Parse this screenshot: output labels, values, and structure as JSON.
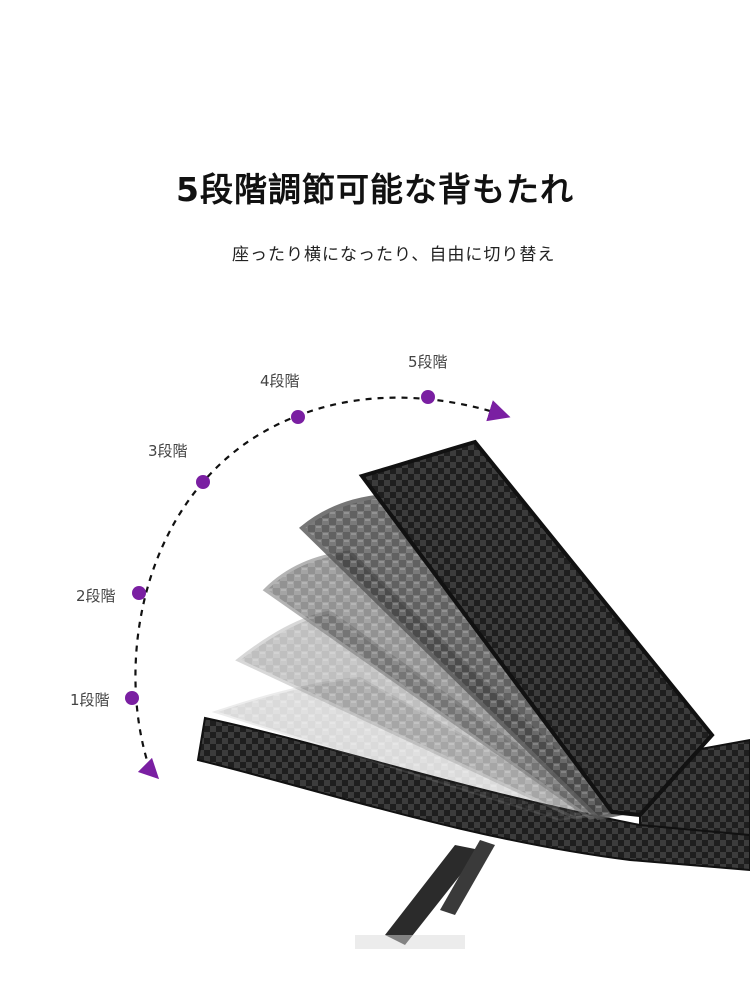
{
  "title": "5段階調節可能な背もたれ",
  "subtitle": "座ったり横になったり、自由に切り替え",
  "levels": [
    "1段階",
    "2段階",
    "3段階",
    "4段階",
    "5段階"
  ],
  "colors": {
    "accent": "#7a1fa2",
    "title": "#111111",
    "rattan_dark": "#2a2a2a"
  },
  "icons": [
    "dashed-arc-arrow",
    "lounge-chair-illustration"
  ]
}
